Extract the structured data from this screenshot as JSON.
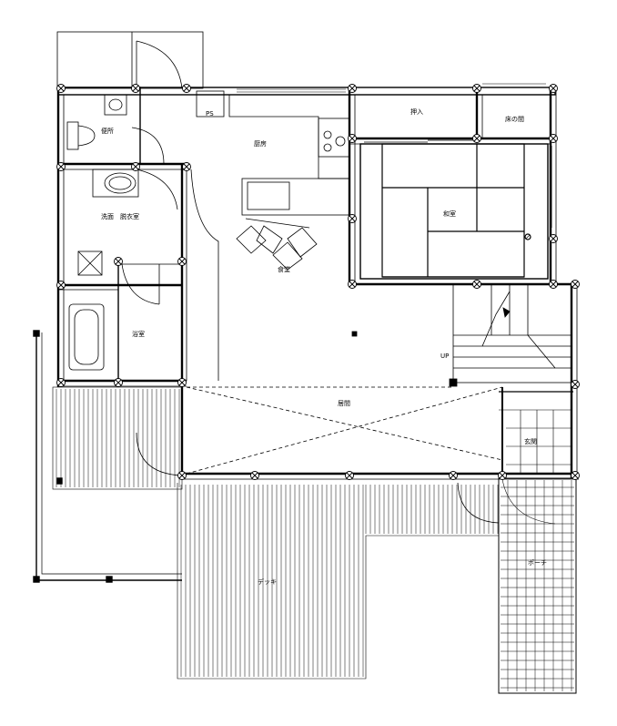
{
  "rooms": {
    "toilet": "便所",
    "washroom": "洗面　脱衣室",
    "bathroom": "浴室",
    "kitchen": "厨房",
    "dining": "食堂",
    "living": "居間",
    "closet": "押入",
    "tokonoma": "床の間",
    "washitsu": "和室",
    "entrance": "玄関",
    "deck": "デッキ",
    "porch": "ポーチ"
  },
  "stair_label": "UP",
  "pipe_space_label": "PS"
}
